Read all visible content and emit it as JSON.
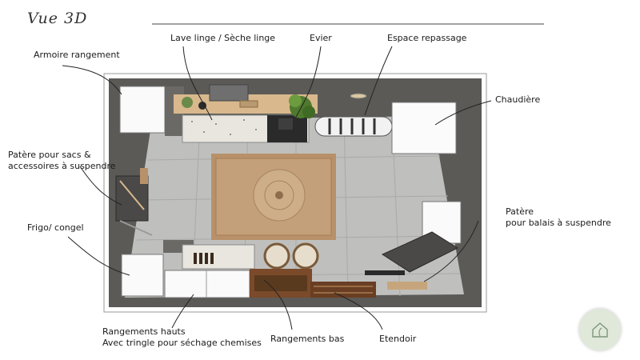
{
  "title": "Vue 3D",
  "labels": {
    "lave_linge": "Lave linge / Sèche linge",
    "evier": "Evier",
    "espace_repassage": "Espace repassage",
    "armoire": "Armoire rangement",
    "chaudiere": "Chaudière",
    "patere_sacs_1": "Patère pour sacs &",
    "patere_sacs_2": "accessoires à suspendre",
    "frigo": "Frigo/ congel",
    "patere_balais_1": "Patère",
    "patere_balais_2": "pour balais à suspendre",
    "rangements_hauts_1": "Rangements hauts",
    "rangements_hauts_2": "Avec tringle pour séchage chemises",
    "rangements_bas": "Rangements bas",
    "etendoir": "Etendoir"
  },
  "logo": {
    "icon": "house-plant-logo",
    "color": "#dfe8d9"
  }
}
